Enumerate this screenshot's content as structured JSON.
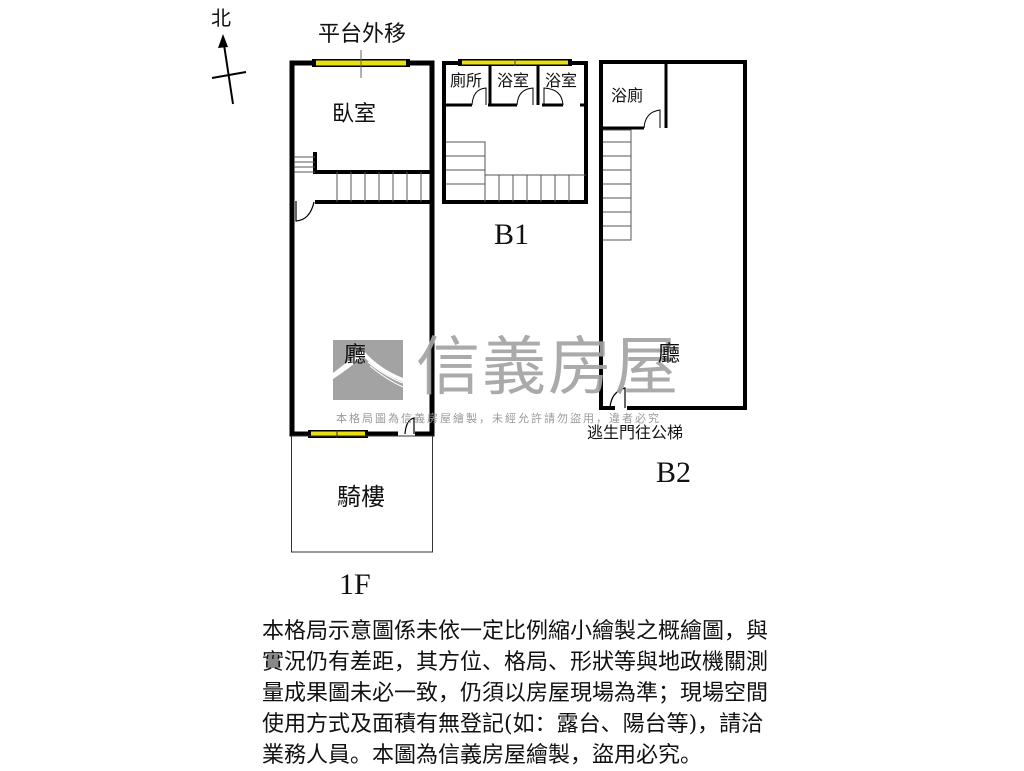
{
  "compass": {
    "label": "北"
  },
  "floors": {
    "f1": {
      "label": "1F",
      "rooms": {
        "balcony_note": "平台外移",
        "bedroom": "臥室",
        "living": "廳",
        "arcade": "騎樓"
      }
    },
    "b1": {
      "label": "B1",
      "rooms": {
        "toilet": "廁所",
        "bath1": "浴室",
        "bath2": "浴室"
      }
    },
    "b2": {
      "label": "B2",
      "rooms": {
        "bath_toilet": "浴廁",
        "living": "廳",
        "exit_note": "逃生門往公梯"
      }
    }
  },
  "watermark": {
    "brand": "信義房屋",
    "subtext": "本格局圖為信義房屋繪製，未經允許請勿盜用，違者必究"
  },
  "disclaimer": {
    "lines": [
      "本格局示意圖係未依一定比例縮小繪製之概繪圖，與",
      "實況仍有差距，其方位、格局、形狀等與地政機關測",
      "量成果圖未必一致，仍須以房屋現場為準；現場空間",
      "使用方式及面積有無登記(如：露台、陽台等)，請洽",
      "業務人員。本圖為信義房屋繪製，盜用必究。"
    ]
  },
  "colors": {
    "wall": "#000000",
    "window": "#e8e010",
    "watermark": "#a3a3a3",
    "stair_line": "#555555"
  }
}
